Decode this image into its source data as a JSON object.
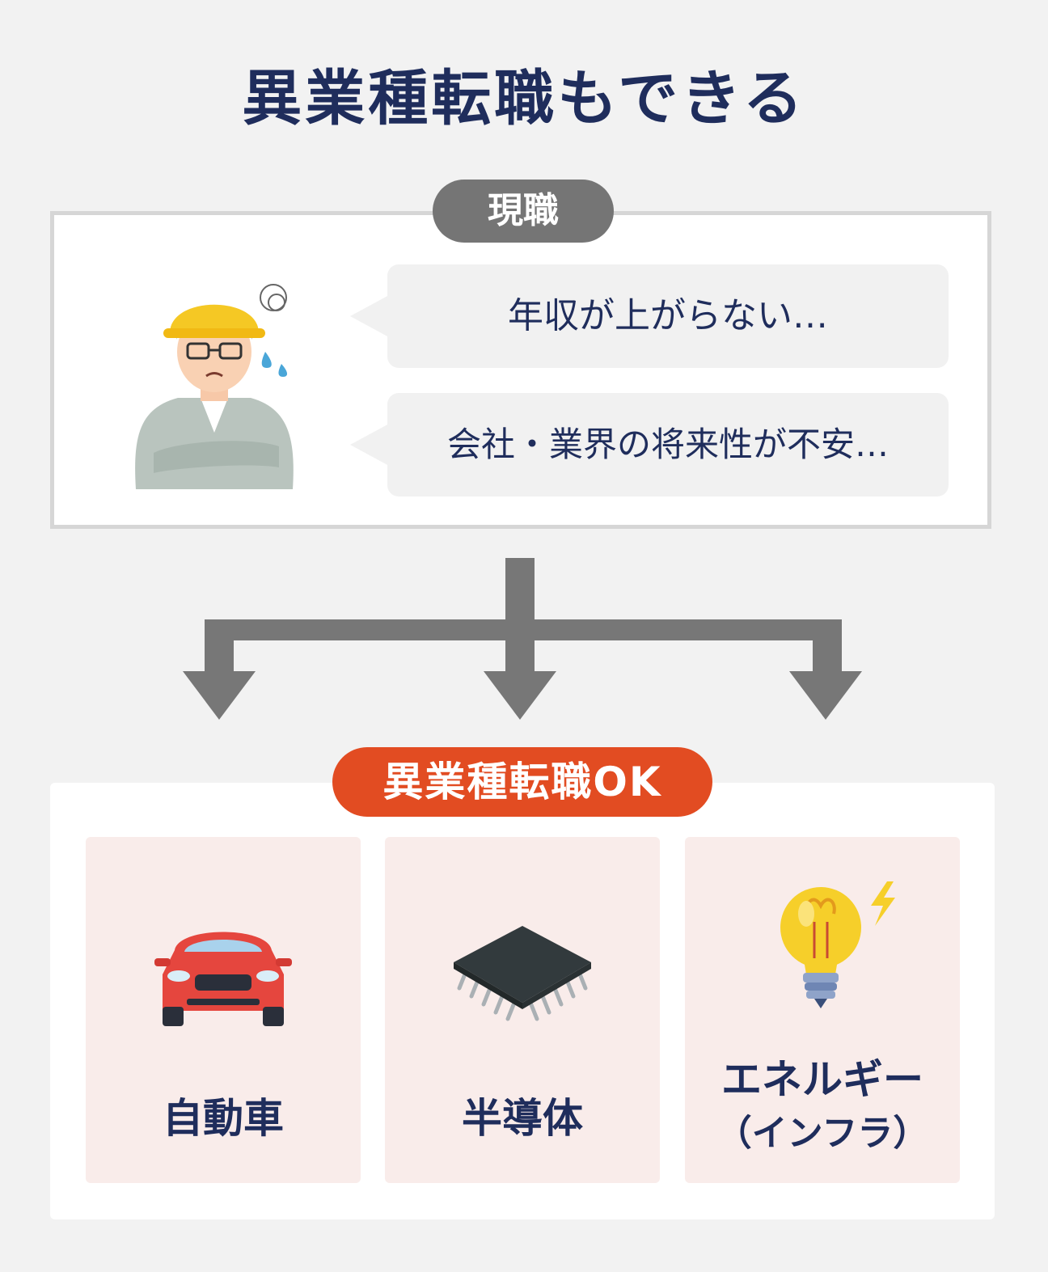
{
  "title": "異業種転職もできる",
  "current": {
    "label": "現職",
    "thoughts": [
      "年収が上がらない…",
      "会社・業界の将来性が不安…"
    ]
  },
  "ok": {
    "label": "異業種転職OK",
    "industries": [
      {
        "name": "自動車",
        "icon": "car-icon"
      },
      {
        "name": "半導体",
        "icon": "chip-icon"
      },
      {
        "name": "エネルギー",
        "sub": "（インフラ）",
        "icon": "lightbulb-icon"
      }
    ]
  },
  "colors": {
    "navy": "#1f2d5c",
    "gray_pill": "#757575",
    "accent": "#e24c22",
    "card_bg": "#f9ecea"
  }
}
